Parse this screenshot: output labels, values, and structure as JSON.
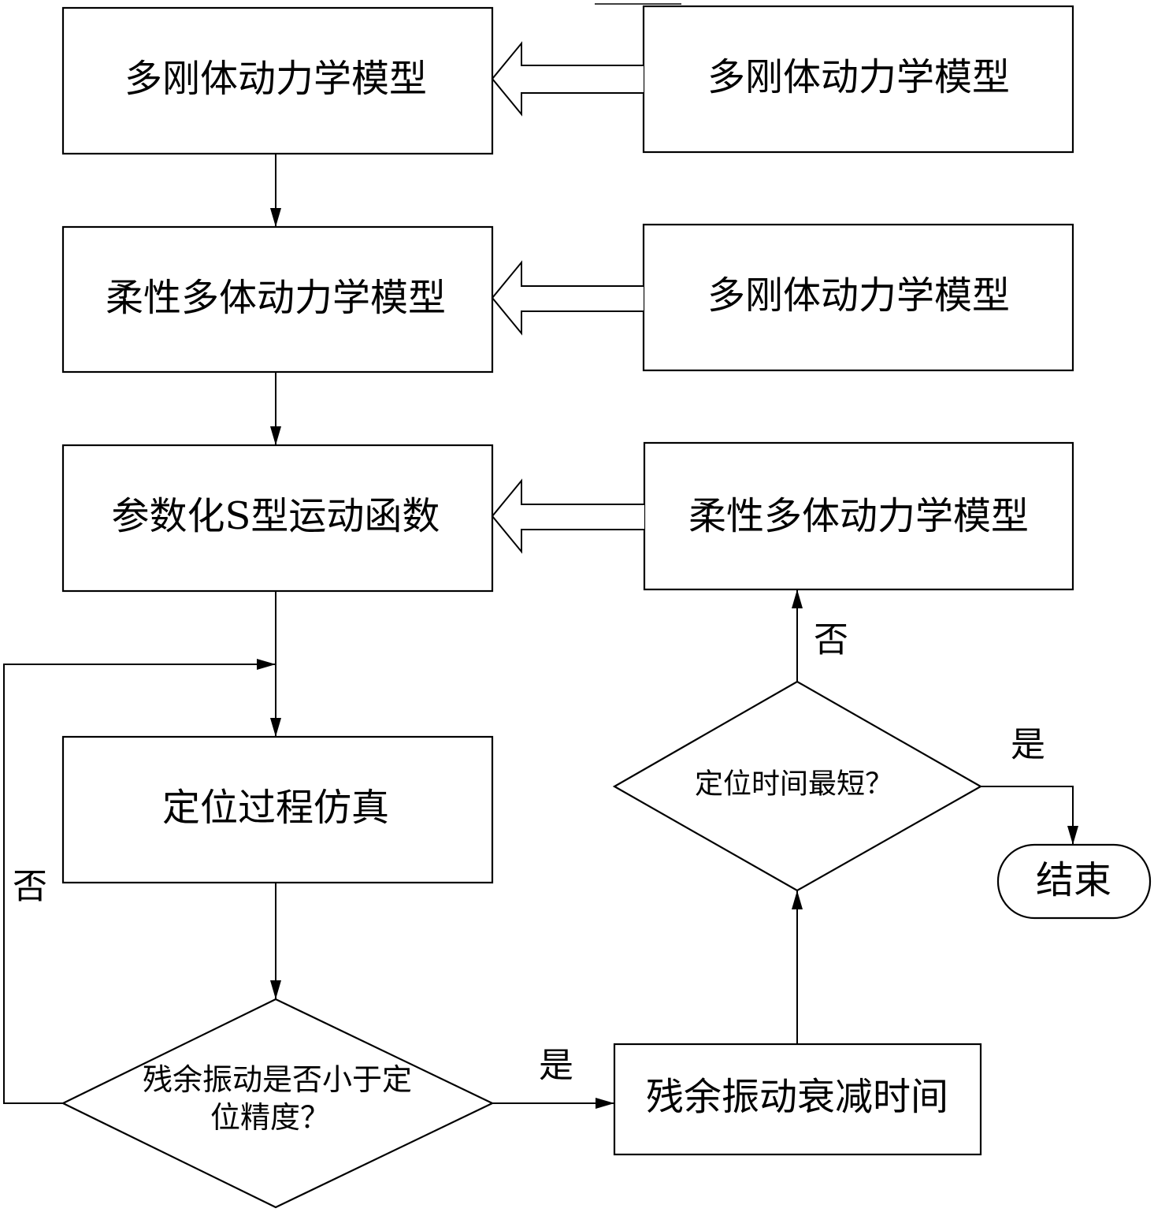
{
  "nodes": {
    "left_rigid_model": "多刚体动力学模型",
    "left_flexible_model": "柔性多体动力学模型",
    "left_s_curve_function": "参数化S型运动函数",
    "positioning_simulation": "定位过程仿真",
    "residual_vibration_decision": {
      "line1": "残余振动是否小于定",
      "line2": "位精度？"
    },
    "right_rigid_model_1": "多刚体动力学模型",
    "right_rigid_model_2": "多刚体动力学模型",
    "right_flexible_model": "柔性多体动力学模型",
    "shortest_time_decision": "定位时间最短？",
    "end": "结束",
    "decay_time": "残余振动衰减时间"
  },
  "edge_labels": {
    "yes_to_decay": "是",
    "no_loop_left": "否",
    "no_to_flexible": "否",
    "yes_to_end": "是"
  }
}
